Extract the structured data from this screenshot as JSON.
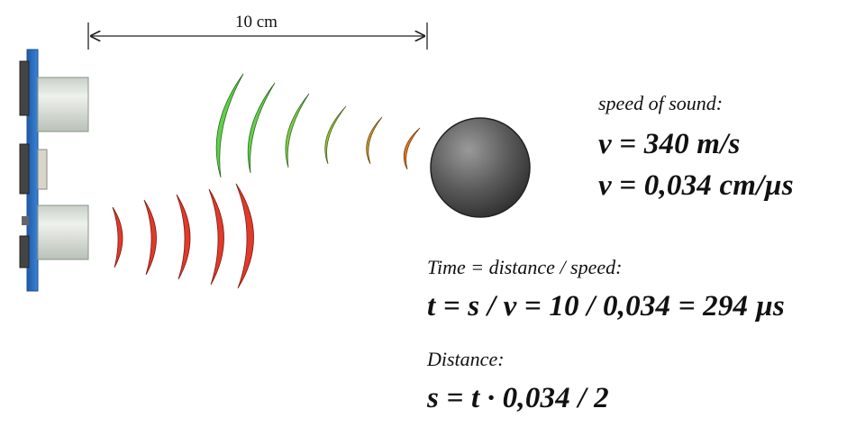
{
  "distance_label": "10 cm",
  "speed": {
    "label": "speed of sound:",
    "eq1": "v = 340 m/s",
    "eq2": "v = 0,034 cm/µs"
  },
  "time": {
    "label": "Time = distance / speed:",
    "eq": "t = s / v = 10 / 0,034 = 294 µs"
  },
  "distance": {
    "label": "Distance:",
    "eq": "s = t · 0,034 / 2"
  },
  "colors": {
    "board": "#2f6fc2",
    "transducer": "#d7ddd6",
    "object": "#555555",
    "wave_outgoing": "#e03a2a",
    "wave_return_near": "#e06a1a",
    "wave_return_far": "#44c83a"
  }
}
